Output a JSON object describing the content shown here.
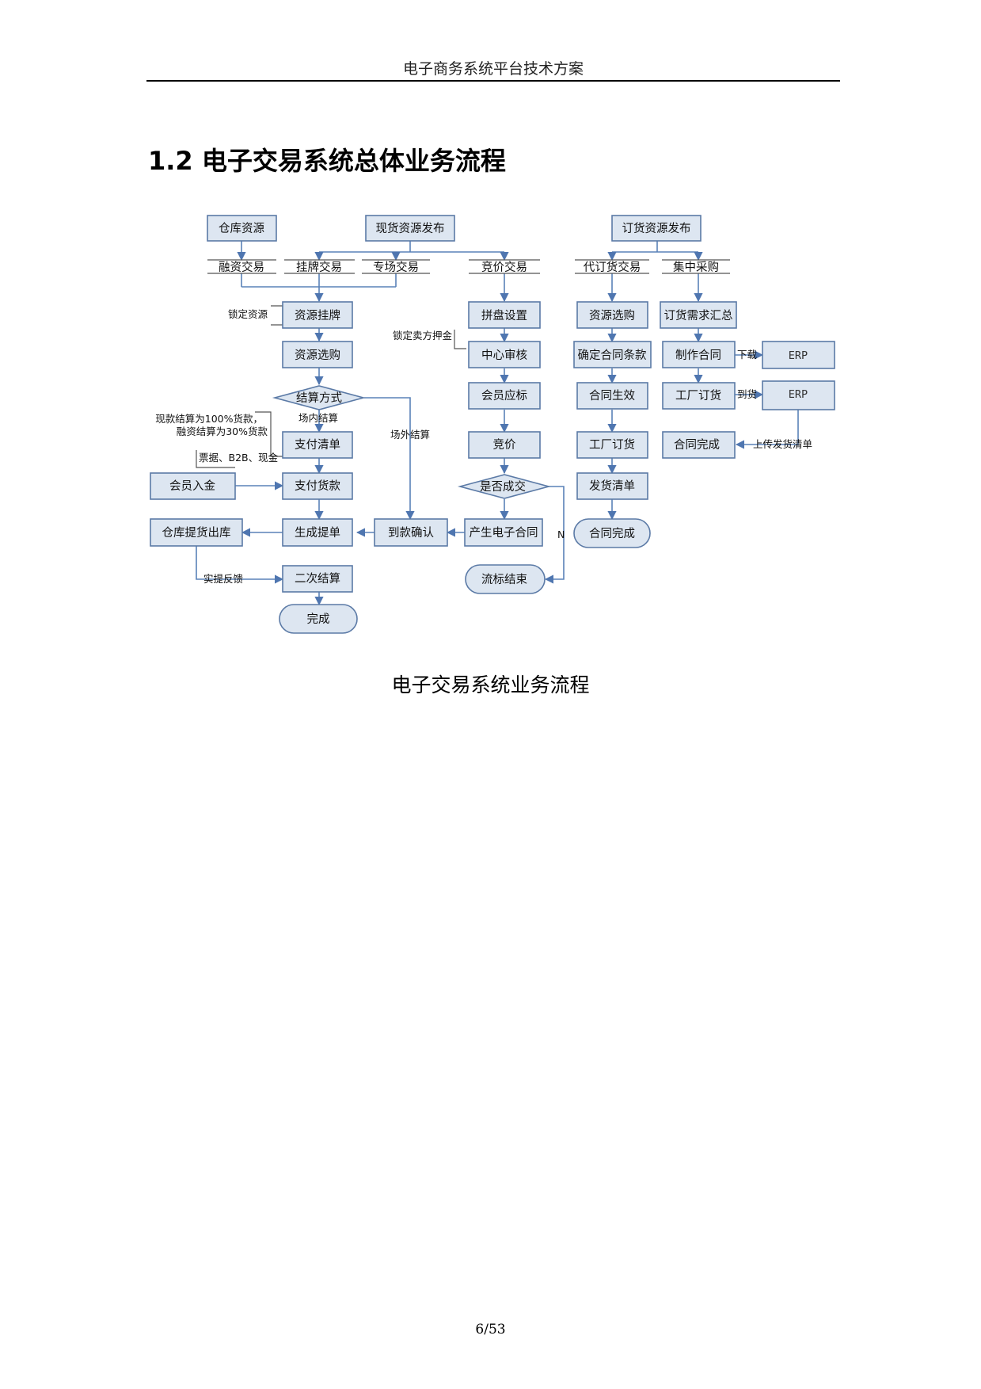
{
  "header": {
    "title": "电子商务系统平台技术方案"
  },
  "section": {
    "title": "1.2 电子交易系统总体业务流程"
  },
  "diagram": {
    "nodes": {
      "cangku_ziyuan": "仓库资源",
      "xianhuo_fabu": "现货资源发布",
      "dinghuo_fabu": "订货资源发布",
      "rongzi_jiaoyi": "融资交易",
      "guapai_jiaoyi": "挂牌交易",
      "zhuanchang_jiaoyi": "专场交易",
      "jingjia_jiaoyi": "竞价交易",
      "daidinghuo_jiaoyi": "代订货交易",
      "jizhong_caigou": "集中采购",
      "ziyuan_guapai": "资源挂牌",
      "pinpan_shezhi": "拼盘设置",
      "ziyuan_xuangou_a": "资源选购",
      "dinghuo_xuqiu": "订货需求汇总",
      "ziyuan_xuangou_b": "资源选购",
      "zhongxin_shenhe": "中心审核",
      "queding_tiaokuan": "确定合同条款",
      "zhizuo_hetong": "制作合同",
      "erp_1": "ERP",
      "jiesuan_fangshi": "结算方式",
      "huiyuan_yingbiao": "会员应标",
      "hetong_shengxiao": "合同生效",
      "gongchang_dinghuo_r": "工厂订货",
      "erp_2": "ERP",
      "zhifu_qingdan": "支付清单",
      "jingjia": "竞价",
      "gongchang_dinghuo_c": "工厂订货",
      "hetong_wancheng_r": "合同完成",
      "huiyuan_rujin": "会员入金",
      "zhifu_huokuan": "支付货款",
      "shifou_chengjiao": "是否成交",
      "fahuo_qingdan": "发货清单",
      "cangku_tihuo": "仓库提货出库",
      "shengcheng_tidan": "生成提单",
      "daokuan_queren": "到款确认",
      "chansheng_hetong": "产生电子合同",
      "hetong_wancheng_c": "合同完成",
      "erci_jiesuan": "二次结算",
      "liubiao_jieshu": "流标结束",
      "wancheng": "完成"
    },
    "labels": {
      "suoding_ziyuan": "锁定资源",
      "suoding_yajin": "锁定卖方押金",
      "changnei_jiesuan": "场内结算",
      "changwai_jiesuan": "场外结算",
      "note_line1": "现款结算为100%货款，",
      "note_line2": "融资结算为30%货款",
      "piaoju": "票据、B2B、现金",
      "xiazai": "下载",
      "daohuo": "到货",
      "shangchuan": "上传发货清单",
      "shiti_fankui": "实提反馈",
      "no_branch": "N"
    }
  },
  "caption": "电子交易系统业务流程",
  "footer": {
    "page": "6/53"
  }
}
